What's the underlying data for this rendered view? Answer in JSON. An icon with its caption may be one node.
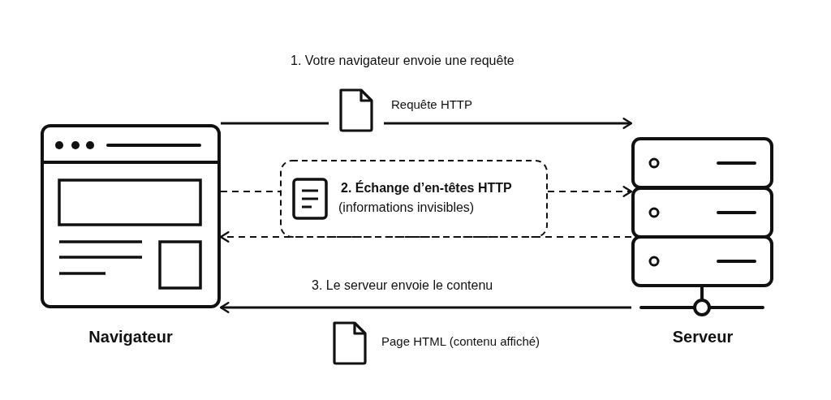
{
  "diagram": {
    "nodes": [
      {
        "text": [
          "Navigateur"
        ]
      },
      {
        "text": [
          "Serveur"
        ]
      },
      {
        "text": [
          "2. Échange d’en-têtes HTTP",
          "(informations invisibles)"
        ]
      }
    ],
    "edges": [
      {
        "from": 0,
        "to": 1,
        "arrow": "to",
        "label": "Requête HTTP"
      },
      {
        "from": 0,
        "to": 2,
        "arrow": "none",
        "style": "dashed"
      },
      {
        "from": 2,
        "to": 1,
        "arrow": "to",
        "style": "dashed"
      },
      {
        "from": 1,
        "to": 0,
        "arrow": "to",
        "style": "dashed"
      },
      {
        "from": 1,
        "to": 0,
        "arrow": "to",
        "label": "3. Le serveur envoie le contenu"
      }
    ],
    "labels": [
      "1. Votre navigateur envoie une requête",
      "Page HTML (contenu affiché)"
    ]
  }
}
